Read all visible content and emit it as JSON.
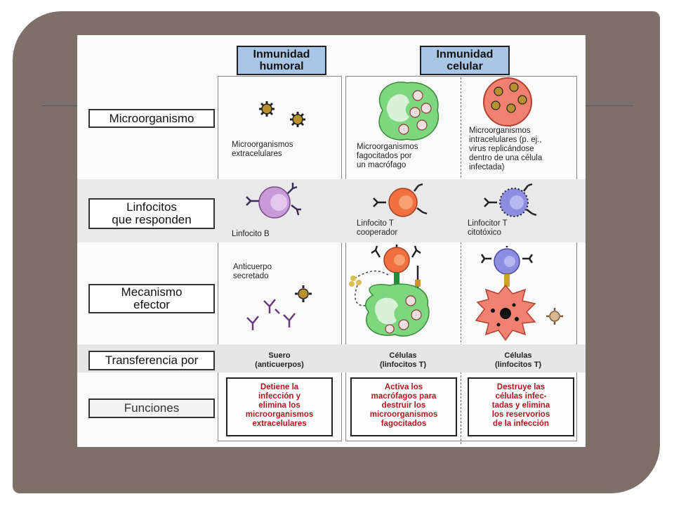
{
  "headers": {
    "humoral": "Inmunidad\nhumoral",
    "cellular": "Inmunidad\ncelular"
  },
  "row_labels": {
    "microorganism": "Microorganismo",
    "lymphocytes": "Linfocitos\nque responden",
    "effector": "Mecanismo\nefector",
    "transfer": "Transferencia por",
    "functions": "Funciones"
  },
  "microorganism": {
    "humoral": "Microorganismos\nextracelulares",
    "phagocytosed": "Microorganismos\nfagocitados por\nun macrófago",
    "intracellular": "Microorganismos\nintracelulares (p. ej.,\nvirus replicándose\ndentro de una célula\ninfectada)"
  },
  "lymphocytes": {
    "humoral": "Linfocito B",
    "helper": "Linfocito T\ncooperador",
    "cytotoxic": "Linfocitor T\ncitotóxico"
  },
  "effector": {
    "humoral": "Anticuerpo\nsecretado"
  },
  "transfer": {
    "humoral": "Suero\n(anticuerpos)",
    "helper": "Células\n(linfocitos T)",
    "cytotoxic": "Células\n(linfocitos T)"
  },
  "functions": {
    "humoral": "Detiene la\ninfección y\nelimina los\nmicroorganismos\nextracelulares",
    "helper": "Activa los\nmacrófagos para\ndestruir los\nmicroorganismos\nfagocitados",
    "cytotoxic": "Destruye las\ncélulas infec-\ntadas y elimina\nlos reservorios\nde la infección"
  },
  "colors": {
    "frame": "#7e7068",
    "header_fill": "#a9c6e6",
    "function_text": "#b01820",
    "macrophage": "#7ed67e",
    "b_cell": "#c89ad8",
    "helper_t": "#f07040",
    "cytotoxic_t": "#8c8ce0",
    "infected_cell": "#f08070"
  }
}
